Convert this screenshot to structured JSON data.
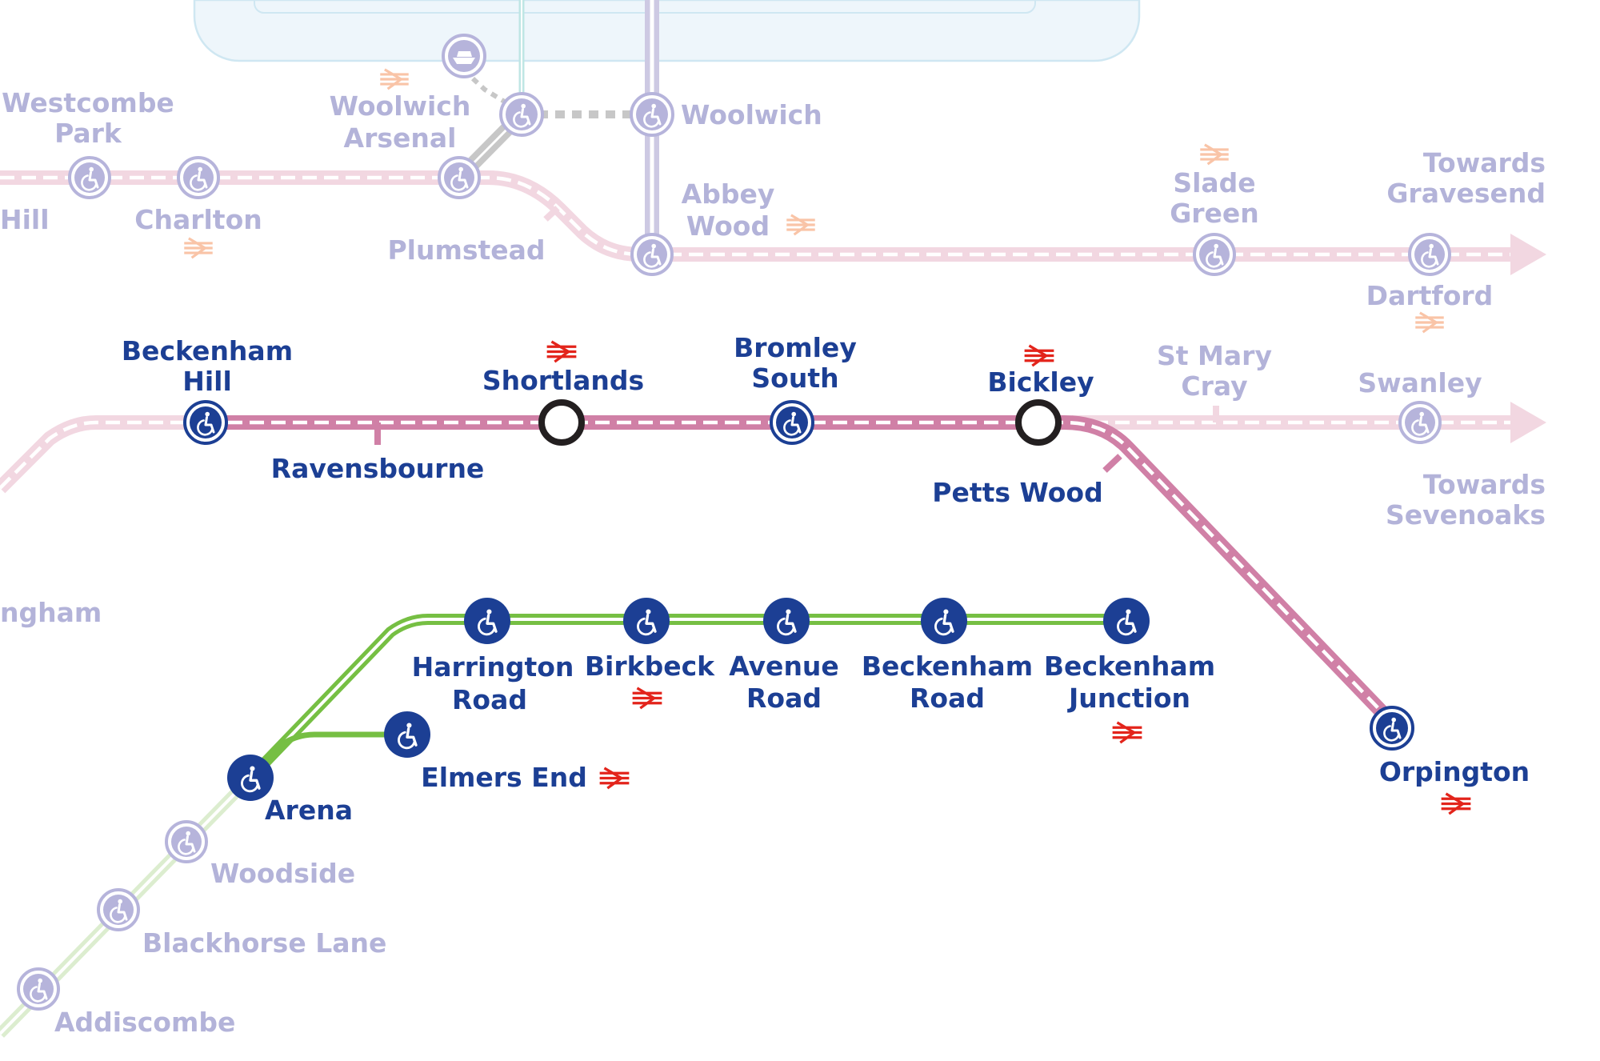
{
  "map": {
    "colors": {
      "background": "#ffffff",
      "river_fill": "#eef6fb",
      "river_stroke": "#cfe7f2",
      "label_active": "#1c3f94",
      "label_faded": "#b3b3d9",
      "overground_faded": "#f2d7e1",
      "overground_active": "#d080a6",
      "tram_active": "#76bf43",
      "tram_faded": "#dcedcf",
      "elizabeth_faded": "#cdc9e3",
      "dlr_faded": "#bfe6e4",
      "step_free_active": "#1c3f94",
      "step_free_faded": "#b6b4db",
      "national_rail_active": "#e3241b",
      "national_rail_faded": "#f9c4a7",
      "interchange_ring": "#231f20"
    },
    "labels": {
      "westcombe_park_1": "Westcombe",
      "westcombe_park_2": "Park",
      "hill": "Hill",
      "charlton": "Charlton",
      "woolwich_arsenal_1": "Woolwich",
      "woolwich_arsenal_2": "Arsenal",
      "woolwich": "Woolwich",
      "plumstead": "Plumstead",
      "abbey_wood_1": "Abbey",
      "abbey_wood_2": "Wood",
      "slade_green_1": "Slade",
      "slade_green_2": "Green",
      "towards_gravesend_1": "Towards",
      "towards_gravesend_2": "Gravesend",
      "dartford": "Dartford",
      "beckenham_hill_1": "Beckenham",
      "beckenham_hill_2": "Hill",
      "ravensbourne": "Ravensbourne",
      "shortlands": "Shortlands",
      "bromley_south_1": "Bromley",
      "bromley_south_2": "South",
      "bickley": "Bickley",
      "st_mary_cray_1": "St Mary",
      "st_mary_cray_2": "Cray",
      "swanley": "Swanley",
      "petts_wood": "Petts Wood",
      "towards_sevenoaks_1": "Towards",
      "towards_sevenoaks_2": "Sevenoaks",
      "ngham": "ngham",
      "harrington_road_1": "Harrington",
      "harrington_road_2": "Road",
      "birkbeck": "Birkbeck",
      "avenue_road_1": "Avenue",
      "avenue_road_2": "Road",
      "beckenham_road_1": "Beckenham",
      "beckenham_road_2": "Road",
      "beckenham_junction_1": "Beckenham",
      "beckenham_junction_2": "Junction",
      "elmers_end": "Elmers End",
      "arena": "Arena",
      "orpington": "Orpington",
      "woodside": "Woodside",
      "blackhorse_lane": "Blackhorse Lane",
      "addiscombe": "Addiscombe"
    },
    "icons": {
      "step_free": "wheelchair-icon",
      "national_rail": "national-rail-icon",
      "river_boat": "river-boat-icon",
      "interchange": "interchange-circle-icon",
      "line_end_arrow": "arrow-right-icon"
    }
  }
}
